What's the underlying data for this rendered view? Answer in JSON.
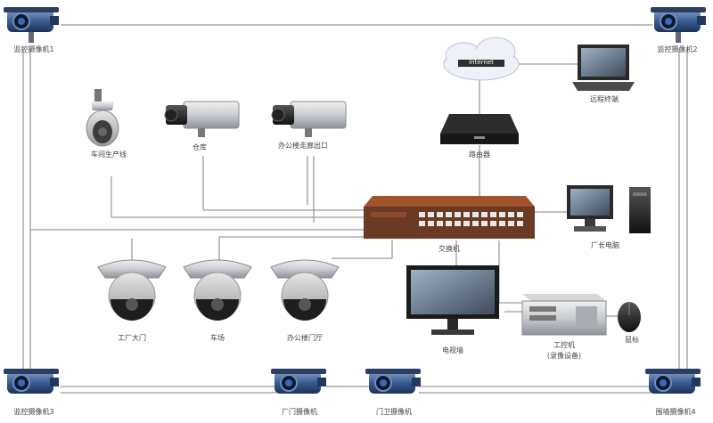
{
  "labels": {
    "bullet_top_left": "监控摄像机1",
    "bullet_top_right": "监控摄像机2",
    "bullet_bottom_left": "监控摄像机3",
    "bullet_bottom_mid": "厂门摄像机",
    "bullet_bottom_mid2": "门卫摄像机",
    "bullet_bottom_right": "围墙摄像机4",
    "speed_dome_top": "车间生产线",
    "box_cam_1": "仓库",
    "box_cam_2": "办公楼走廊出口",
    "internet": "Internet",
    "laptop": "远程终端",
    "router": "路由器",
    "switch": "交换机",
    "pc": "厂长电脑",
    "dome_1": "工厂大门",
    "dome_2": "车场",
    "dome_3": "办公楼门厅",
    "monitor": "电视墙",
    "server_line1": "工控机",
    "server_line2": "(录像设备)",
    "mouse": "鼠标"
  }
}
